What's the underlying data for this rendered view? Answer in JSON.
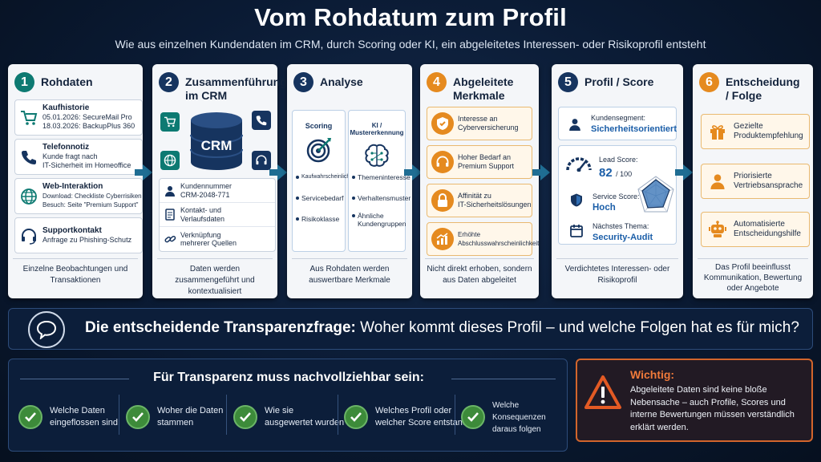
{
  "header": {
    "title": "Vom Rohdatum zum Profil",
    "subtitle": "Wie aus einzelnen Kundendaten im CRM, durch Scoring oder KI, ein abgeleitetes Interessen- oder Risikoprofil entsteht"
  },
  "steps": [
    {
      "num": "1",
      "title": "1 Rohdaten",
      "items": [
        {
          "icon": "shopping-cart-icon",
          "title": "Kaufhistorie",
          "lines": [
            "05.01.2026: SecureMail Pro",
            "18.03.2026: BackupPlus 360"
          ]
        },
        {
          "icon": "phone-icon",
          "title": "Telefonnotiz",
          "lines": [
            "Kunde fragt nach",
            "IT-Sicherheit im Homeoffice"
          ]
        },
        {
          "icon": "globe-icon",
          "title": "Web-Interaktion",
          "lines": [
            "Download: Checkliste Cyberrisiken",
            "Besuch: Seite \"Premium Support\""
          ]
        },
        {
          "icon": "headset-icon",
          "title": "Supportkontakt",
          "lines": [
            "Anfrage zu Phishing-Schutz"
          ]
        }
      ],
      "footer": "Einzelne Beobachtungen und Transaktionen"
    },
    {
      "num": "2",
      "title": "Zusammenführung im CRM",
      "crm_label": "CRM",
      "items": [
        {
          "icon": "person-icon",
          "lines": [
            "Kundennummer",
            "CRM-2048-771"
          ]
        },
        {
          "icon": "document-icon",
          "lines": [
            "Kontakt- und",
            "Verlaufsdaten"
          ]
        },
        {
          "icon": "link-icon",
          "lines": [
            "Verknüpfung",
            "mehrerer Quellen"
          ]
        }
      ],
      "footer": "Daten werden zusammengeführt und kontextualisiert"
    },
    {
      "num": "3",
      "title": "Analyse",
      "columns": [
        {
          "head": "Scoring",
          "icon": "target-icon",
          "items": [
            "Kaufwahrscheinlichkeit",
            "Servicebedarf",
            "Risikoklasse"
          ]
        },
        {
          "head": "KI / Mustererkennung",
          "icon": "brain-icon",
          "items": [
            "Themeninteresse",
            "Verhaltensmuster",
            "Ähnliche Kundengruppen"
          ]
        }
      ],
      "footer": "Aus Rohdaten werden auswertbare Merkmale"
    },
    {
      "num": "4",
      "title": "Abgeleitete Merkmale",
      "items": [
        {
          "icon": "shield-icon",
          "lines": [
            "Interesse an",
            "Cyberversicherung"
          ]
        },
        {
          "icon": "headset-icon",
          "lines": [
            "Hoher Bedarf an",
            "Premium Support"
          ]
        },
        {
          "icon": "lock-icon",
          "lines": [
            "Affinität zu",
            "IT-Sicherheitslösungen"
          ]
        },
        {
          "icon": "chart-up-icon",
          "lines": [
            "Erhöhte",
            "Abschlusswahrscheinlichkeit"
          ]
        }
      ],
      "footer": "Nicht direkt erhoben, sondern aus Daten abgeleitet"
    },
    {
      "num": "5",
      "title": "Profil / Score",
      "segment_label": "Kundensegment:",
      "segment_value": "Sicherheitsorientiert",
      "lead_label": "Lead Score:",
      "lead_value": "82",
      "lead_max": "/ 100",
      "service_label": "Service Score:",
      "service_value": "Hoch",
      "topic_label": "Nächstes Thema:",
      "topic_value": "Security-Audit",
      "footer": "Verdichtetes Interessen- oder Risikoprofil"
    },
    {
      "num": "6",
      "title": "Entscheidung / Folge",
      "items": [
        {
          "icon": "gift-icon",
          "lines": [
            "Gezielte",
            "Produktempfehlung"
          ]
        },
        {
          "icon": "person-icon",
          "lines": [
            "Priorisierte",
            "Vertriebsansprache"
          ]
        },
        {
          "icon": "robot-icon",
          "lines": [
            "Automatisierte",
            "Entscheidungshilfe"
          ]
        }
      ],
      "footer": "Das Profil beeinflusst Kommunikation, Bewertung oder Angebote"
    }
  ],
  "question": {
    "bold": "Die entscheidende Transparenzfrage:",
    "rest": " Woher kommt dieses Profil – und welche Folgen hat es für mich?"
  },
  "transparency": {
    "title": "Für Transparenz muss nachvollziehbar sein:",
    "items": [
      {
        "lines": [
          "Welche Daten",
          "eingeflossen sind"
        ]
      },
      {
        "lines": [
          "Woher die Daten",
          "stammen"
        ]
      },
      {
        "lines": [
          "Wie sie",
          "ausgewertet wurden"
        ]
      },
      {
        "lines": [
          "Welches Profil oder",
          "welcher Score entstand"
        ]
      },
      {
        "lines": [
          "Welche Konsequenzen",
          "daraus folgen"
        ]
      }
    ]
  },
  "warning": {
    "title": "Wichtig:",
    "text": "Abgeleitete Daten sind keine bloße Nebensache – auch Profile, Scores und interne Bewertungen müssen verständlich erklärt werden."
  },
  "colors": {
    "teal": "#0d7a72",
    "navy": "#16345f",
    "orange": "#e58a1f",
    "green": "#3d8b3a",
    "warning": "#d2652c"
  }
}
